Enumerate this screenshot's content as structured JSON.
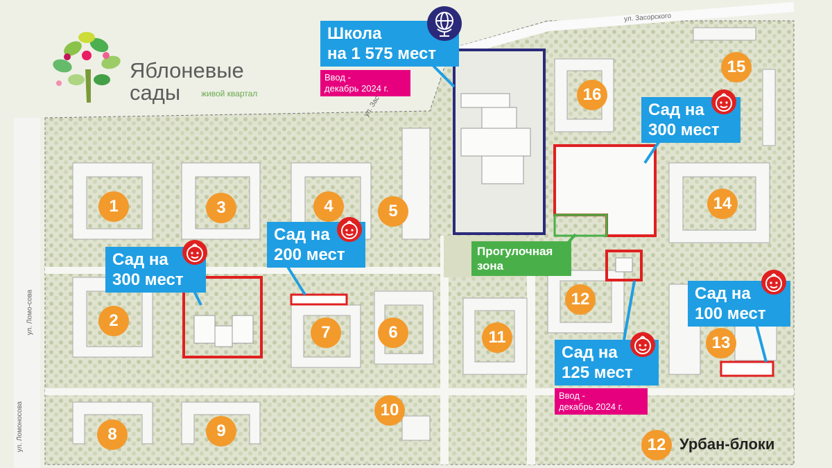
{
  "colors": {
    "accent_orange": "#f39a2c",
    "callout_blue": "#1f9ee3",
    "date_magenta": "#e6007e",
    "walk_green": "#49b049",
    "school_outline": "#2b2a7a",
    "kindergarten_outline": "#e02020"
  },
  "logo": {
    "name": "Яблоневые\nсады",
    "tagline": "живой квартал",
    "icon": "apple-tree-icon"
  },
  "blocks": [
    "1",
    "2",
    "3",
    "4",
    "5",
    "6",
    "7",
    "8",
    "9",
    "10",
    "11",
    "12",
    "13",
    "14",
    "15",
    "16"
  ],
  "school": {
    "label": "Школа\nна 1 575 мест",
    "date": "Ввод -\nдекабрь 2024 г.",
    "icon": "globe-icon"
  },
  "kindergartens": {
    "k300_left": "Сад на\n300 мест",
    "k200": "Сад на\n200 мест",
    "k300_right": "Сад на\n300 мест",
    "k125": "Сад на\n125 мест",
    "k125_date": "Ввод -\nдекабрь 2024 г.",
    "k100": "Сад на\n100 мест",
    "icon": "child-face-icon"
  },
  "walk_zone": "Прогулочная\nзона",
  "streets": {
    "zasorsky": "ул. Засорского",
    "zasorsky_short": "ул. Зас",
    "lomonosov_vertical": "ул. Ломоносова",
    "lomonosov_short": "ул. Ломо-сова"
  },
  "legend": {
    "number": "12",
    "label": "Урбан-блоки"
  }
}
